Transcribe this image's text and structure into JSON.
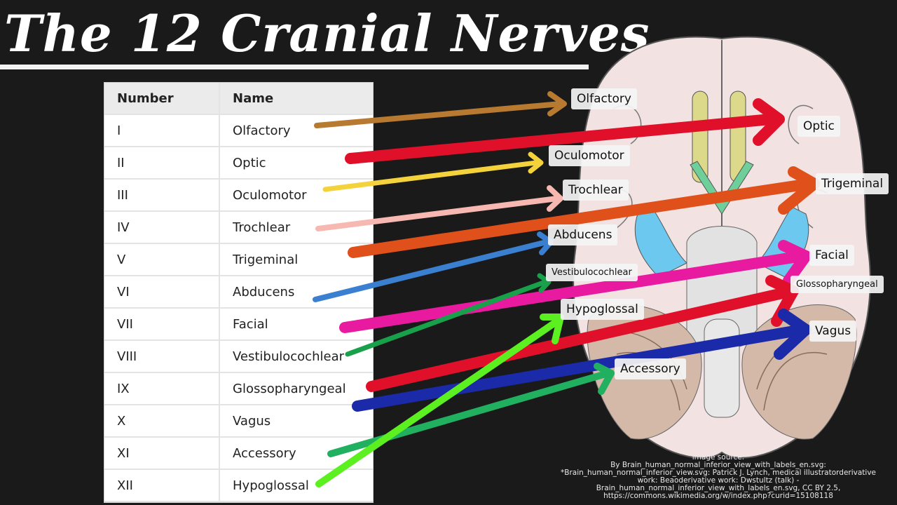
{
  "title": "The 12 Cranial Nerves",
  "table": {
    "headers": [
      "Number",
      "Name"
    ],
    "rows": [
      {
        "number": "I",
        "name": "Olfactory"
      },
      {
        "number": "II",
        "name": "Optic"
      },
      {
        "number": "III",
        "name": "Oculomotor"
      },
      {
        "number": "IV",
        "name": "Trochlear"
      },
      {
        "number": "V",
        "name": "Trigeminal"
      },
      {
        "number": "VI",
        "name": "Abducens"
      },
      {
        "number": "VII",
        "name": "Facial"
      },
      {
        "number": "VIII",
        "name": "Vestibulocochlear"
      },
      {
        "number": "IX",
        "name": "Glossopharyngeal"
      },
      {
        "number": "X",
        "name": "Vagus"
      },
      {
        "number": "XI",
        "name": "Accessory"
      },
      {
        "number": "XII",
        "name": "Hypoglossal"
      }
    ]
  },
  "diagram_labels": {
    "olfactory": "Olfactory",
    "optic": "Optic",
    "oculomotor": "Oculomotor",
    "trochlear": "Trochlear",
    "trigeminal": "Trigeminal",
    "abducens": "Abducens",
    "facial": "Facial",
    "vestibulocochlear": "Vestibulocochlear",
    "glossopharyngeal": "Glossopharyngeal",
    "hypoglossal": "Hypoglossal",
    "vagus": "Vagus",
    "accessory": "Accessory"
  },
  "arrow_colors": {
    "olfactory": "#b87a30",
    "optic": "#e0102a",
    "oculomotor": "#f3d23c",
    "trochlear": "#f6b8b0",
    "trigeminal": "#e0501a",
    "abducens": "#3a7fd0",
    "facial": "#e81aa0",
    "vestibulocochlear": "#18a04a",
    "glossopharyngeal": "#e0102a",
    "vagus": "#1a2aa8",
    "accessory": "#20b060",
    "hypoglossal": "#5cf020"
  },
  "source": {
    "line1": "image source:",
    "line2": "By Brain_human_normal_inferior_view_with_labels_en.svg:",
    "line3": "*Brain_human_normal_inferior_view.svg: Patrick J. Lynch, medical illustratorderivative",
    "line4": "work: Beaoderivative work: Dwstultz (talk) -",
    "line5": "Brain_human_normal_inferior_view_with_labels_en.svg, CC BY 2.5,",
    "line6": "https://commons.wikimedia.org/w/index.php?curid=15108118"
  }
}
